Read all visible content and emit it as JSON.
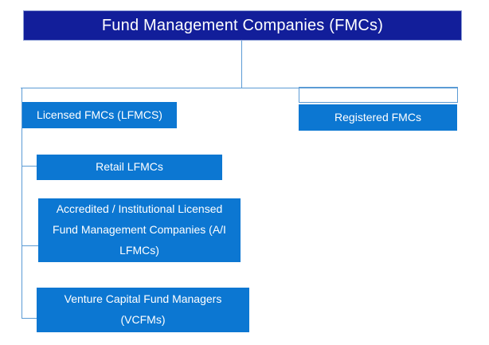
{
  "diagram": {
    "title": "Fund Management Companies (FMCs)",
    "children": [
      {
        "label": "Licensed FMCs (LFMCS)",
        "children": [
          {
            "label": "Retail LFMCs"
          },
          {
            "label": "Accredited / Institutional Licensed Fund Management Companies (A/I LFMCs)"
          },
          {
            "label": "Venture Capital Fund Managers (VCFMs)"
          }
        ]
      },
      {
        "label": "Registered FMCs",
        "children": []
      }
    ],
    "colors": {
      "root_fill": "#121E9A",
      "root_border": "#8A9BD4",
      "node_fill": "#0C77D2",
      "connector": "#5B9BD5",
      "text_on_fill": "#FFFFFF",
      "background": "#FFFFFF"
    }
  }
}
